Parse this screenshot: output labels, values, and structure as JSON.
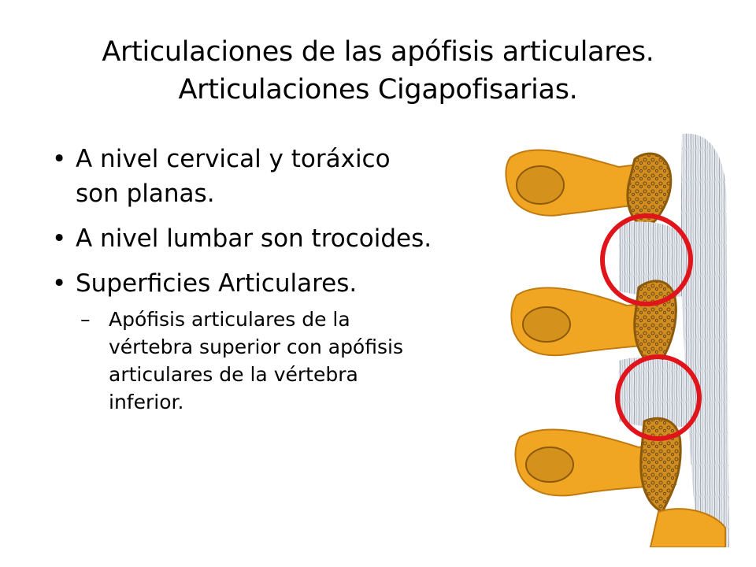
{
  "title": {
    "line1": "Articulaciones de las apófisis articulares.",
    "line2": "Articulaciones Cigapofisarias."
  },
  "bullets": [
    {
      "marker": "•",
      "text": "A nivel cervical y toráxico son planas."
    },
    {
      "marker": "•",
      "text": "A nivel lumbar son trocoides."
    },
    {
      "marker": "•",
      "text": "Superficies Articulares."
    }
  ],
  "sub_bullets": [
    {
      "marker": "–",
      "text": "Apófisis articulares de la vértebra superior con apófisis articulares de la vértebra inferior."
    }
  ],
  "illustration": {
    "colors": {
      "bone": "#f0a623",
      "bone_shadow": "#c07a10",
      "cancellous": "#9a7a42",
      "capsule": "#dde2ea",
      "highlight_circle": "#e0141b"
    }
  }
}
